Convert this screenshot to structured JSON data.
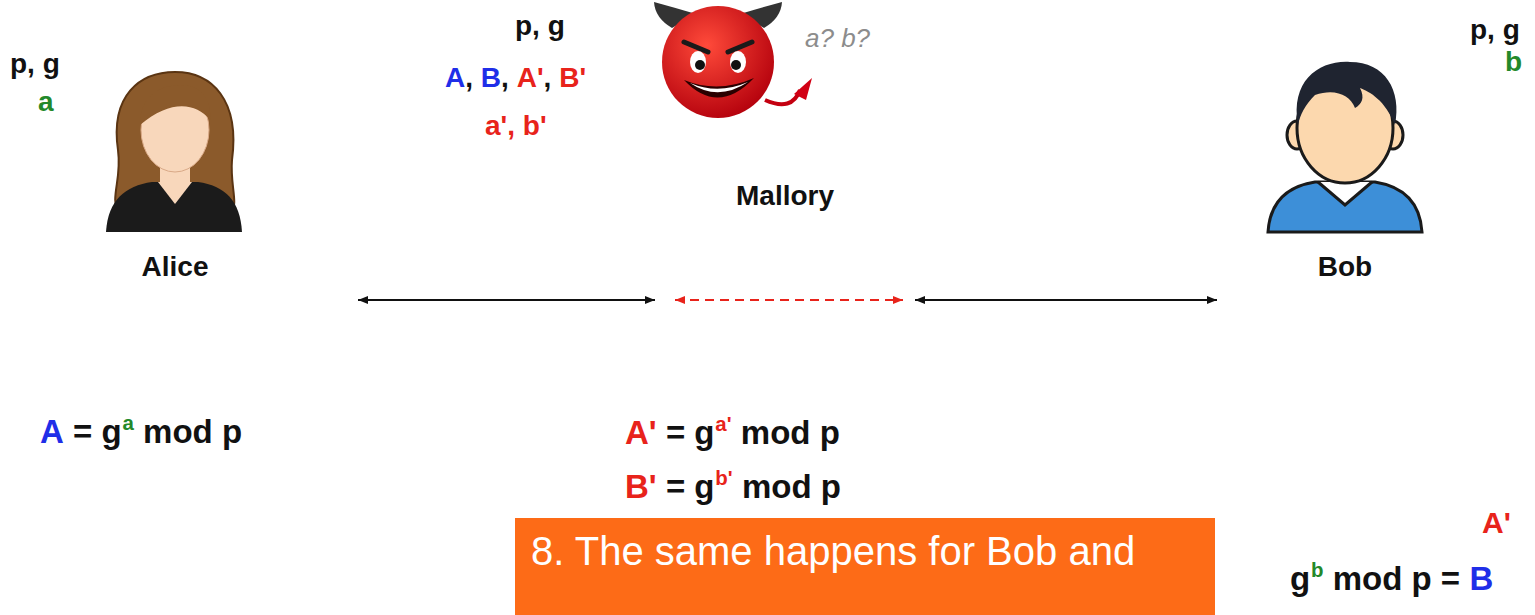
{
  "diagram": {
    "nodes": [
      {
        "text": [
          "Alice"
        ]
      },
      {
        "text": [
          "Mallory"
        ]
      },
      {
        "text": [
          "Bob"
        ]
      },
      {
        "text": [
          "8. The same happens for Bob and"
        ]
      }
    ],
    "edges": [
      {
        "from": 0,
        "to": 1,
        "arrow": "both"
      },
      {
        "from": 1,
        "to": 2,
        "arrow": "both"
      }
    ],
    "labels": [
      "p, g",
      "a? b?",
      "A",
      ",",
      "B",
      ",",
      "A'",
      ",",
      "B'",
      "a', b'",
      "p, g",
      "b",
      "p, g",
      "a",
      "A",
      "= g",
      "a",
      "mod p",
      "A'",
      "= g",
      "a'",
      "mod p",
      "B'",
      "= g",
      "b'",
      "mod p",
      "A'",
      "g",
      "b",
      "mod p =",
      "B"
    ]
  }
}
